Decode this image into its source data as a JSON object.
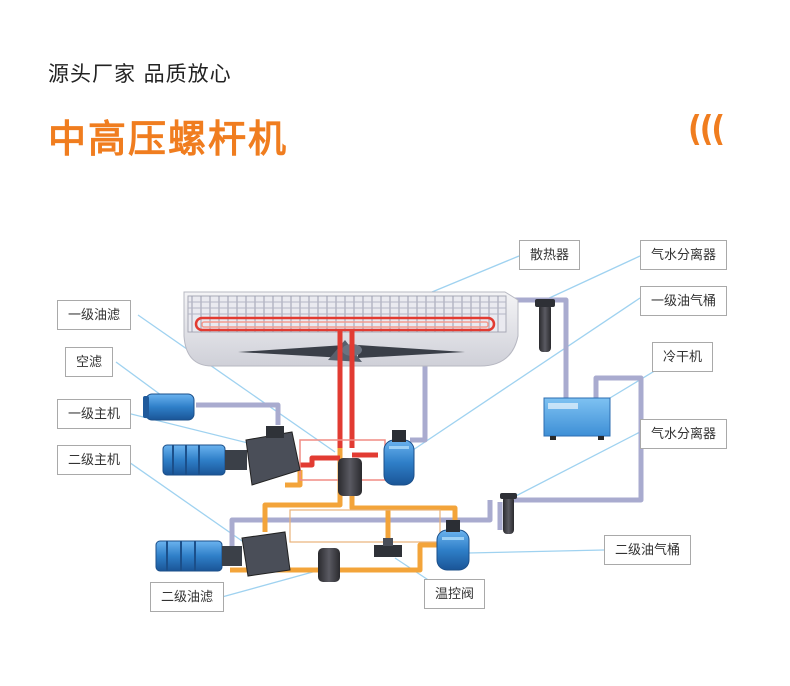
{
  "header": {
    "tagline": "源头厂家  品质放心",
    "title": "中高压螺杆机",
    "decoration": "((("
  },
  "labels": {
    "radiator": "散热器",
    "water_separator_top": "气水分离器",
    "oil_gas_tank_1": "一级油气桶",
    "oil_filter_1": "一级油滤",
    "air_filter": "空滤",
    "dryer": "冷干机",
    "main_unit_1": "一级主机",
    "water_separator_mid": "气水分离器",
    "main_unit_2": "二级主机",
    "oil_gas_tank_2": "二级油气桶",
    "oil_filter_2": "二级油滤",
    "thermo_valve": "温控阀"
  },
  "colors": {
    "accent": "#f07d1f",
    "motor_blue": "#2f7fc8",
    "hot_pipe": "#e23b32",
    "oil_pipe": "#f3a43a",
    "air_pipe": "#a9abcf",
    "leader_line": "#9fd2f0"
  }
}
